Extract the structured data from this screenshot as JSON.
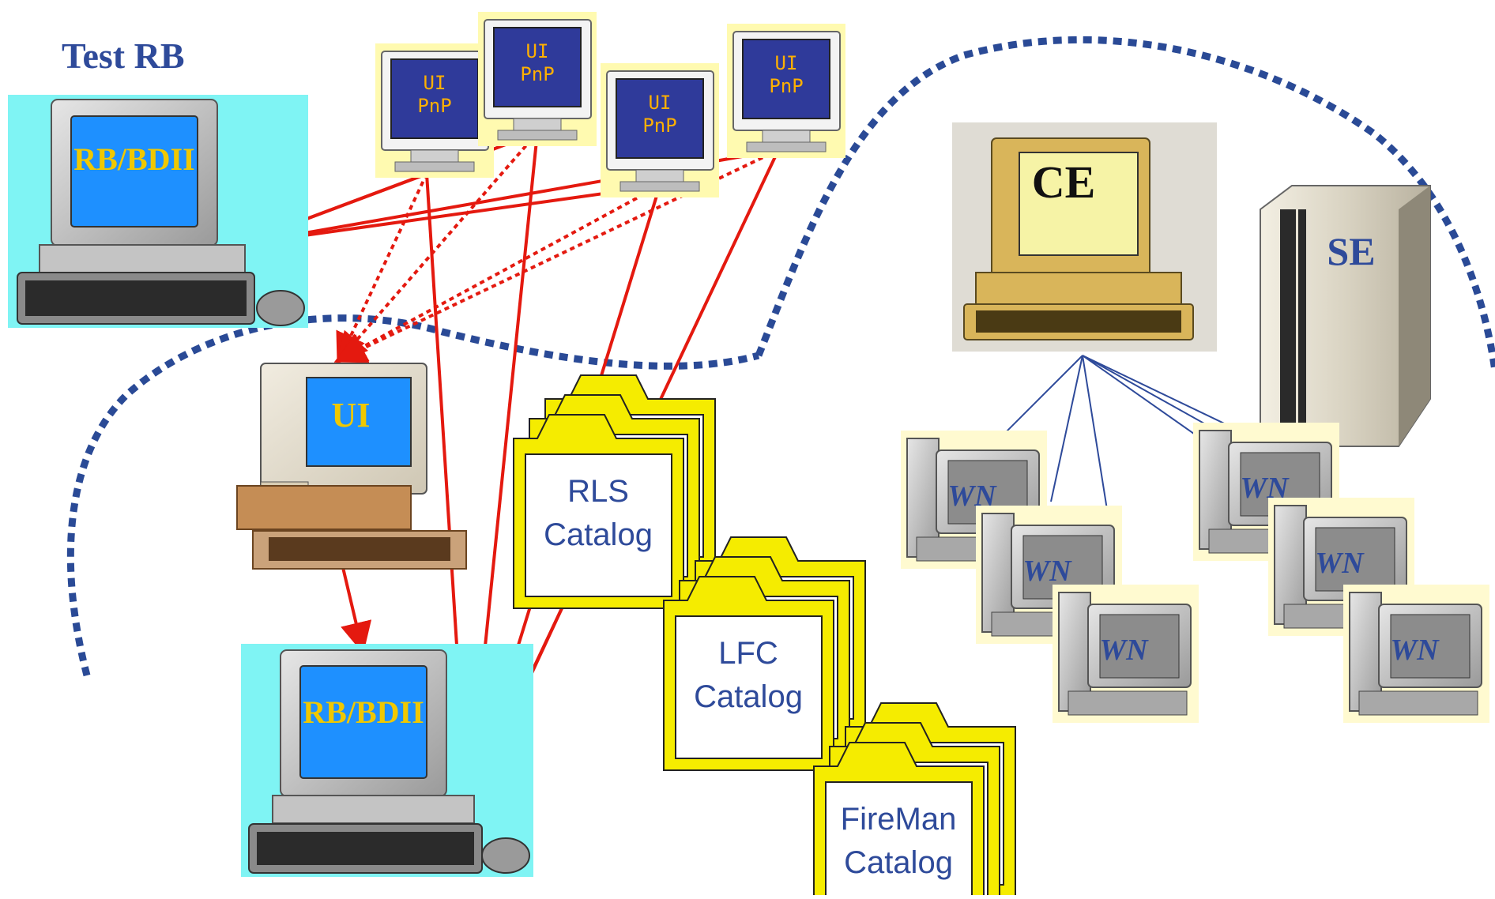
{
  "title": "Test RB",
  "test_rb_label": "RB/BDII",
  "pnp_monitors": [
    {
      "line1": "UI",
      "line2": "PnP"
    },
    {
      "line1": "UI",
      "line2": "PnP"
    },
    {
      "line1": "UI",
      "line2": "PnP"
    },
    {
      "line1": "UI",
      "line2": "PnP"
    }
  ],
  "ui_label": "UI",
  "main_rb_label": "RB/BDII",
  "catalogs": [
    {
      "line1": "RLS",
      "line2": "Catalog"
    },
    {
      "line1": "LFC",
      "line2": "Catalog"
    },
    {
      "line1": "FireMan",
      "line2": "Catalog"
    }
  ],
  "ce_label": "CE",
  "se_label": "SE",
  "wn_labels": [
    "WN",
    "WN",
    "WN",
    "WN",
    "WN",
    "WN"
  ],
  "colors": {
    "red_link": "#e4190f",
    "blue_link": "#2e4a9a",
    "boundary": "#2a4a96",
    "label_yellow": "#f0c800",
    "folder_yellow": "#f5ec00"
  }
}
